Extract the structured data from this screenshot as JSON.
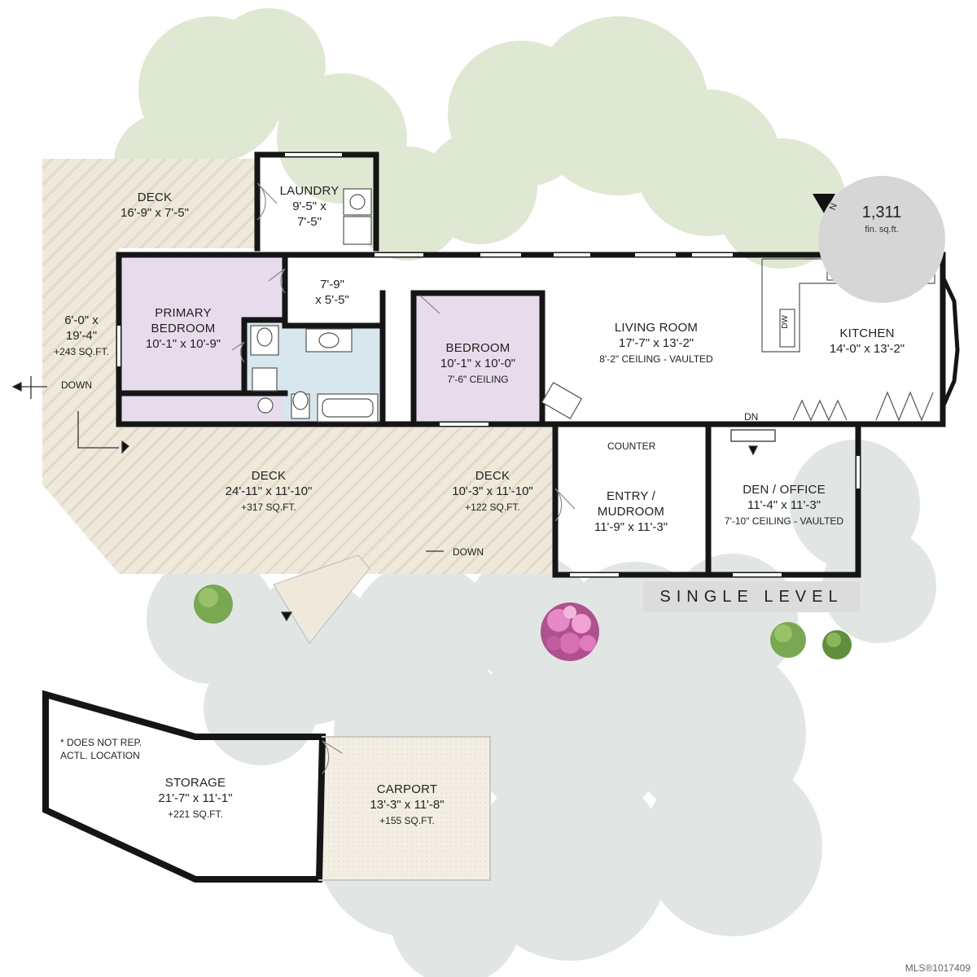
{
  "badge": {
    "value": "1,311",
    "unit": "fin. sq.ft."
  },
  "banner": "SINGLE LEVEL",
  "watermark": "MLS®1017409",
  "note": [
    "* DOES NOT REP.",
    "ACTL. LOCATION"
  ],
  "rooms": {
    "deck_nw": {
      "title": "DECK",
      "dims": "16'-9\" x 7'-5\""
    },
    "laundry": {
      "title": "LAUNDRY",
      "dims1": "9'-5\" x",
      "dims2": "7'-5\""
    },
    "hall": {
      "dims1": "7'-9\"",
      "dims2": "x 5'-5\""
    },
    "deck_west": {
      "dims1": "6'-0\" x",
      "dims2": "19'-4\"",
      "area": "+243 SQ.FT."
    },
    "primary_bedroom": {
      "title1": "PRIMARY",
      "title2": "BEDROOM",
      "dims": "10'-1\" x 10'-9\""
    },
    "bedroom": {
      "title": "BEDROOM",
      "dims": "10'-1\" x 10'-0\"",
      "ceiling": "7'-6\" CEILING"
    },
    "living_room": {
      "title": "LIVING ROOM",
      "dims": "17'-7\" x 13'-2\"",
      "ceiling": "8'-2\" CEILING - VAULTED"
    },
    "kitchen": {
      "title": "KITCHEN",
      "dims": "14'-0\" x 13'-2\""
    },
    "deck_south": {
      "title": "DECK",
      "dims": "24'-11\" x 11'-10\"",
      "area": "+317 SQ.FT."
    },
    "deck_mid": {
      "title": "DECK",
      "dims": "10'-3\" x 11'-10\"",
      "area": "+122 SQ.FT."
    },
    "entry": {
      "title1": "ENTRY /",
      "title2": "MUDROOM",
      "dims": "11'-9\" x 11'-3\""
    },
    "den": {
      "title": "DEN / OFFICE",
      "dims": "11'-4\" x 11'-3\"",
      "ceiling": "7'-10\" CEILING - VAULTED"
    },
    "storage": {
      "title": "STORAGE",
      "dims": "21'-7\" x 11'-1\"",
      "area": "+221 SQ.FT."
    },
    "carport": {
      "title": "CARPORT",
      "dims": "13'-3\" x 11'-8\"",
      "area": "+155 SQ.FT."
    }
  },
  "annotations": {
    "down_west": "DOWN",
    "down_deck": "DOWN",
    "dn": "DN",
    "counter": "COUNTER",
    "dw": "DW",
    "north": "N"
  },
  "colors": {
    "wall": "#151515",
    "bedroom_fill": "#e7dcec",
    "deck_fill": "#efe9dc",
    "bath_fill": "#d8e6ee",
    "tree_green": "#dde6cf",
    "tree_grey": "#dde3e1"
  }
}
